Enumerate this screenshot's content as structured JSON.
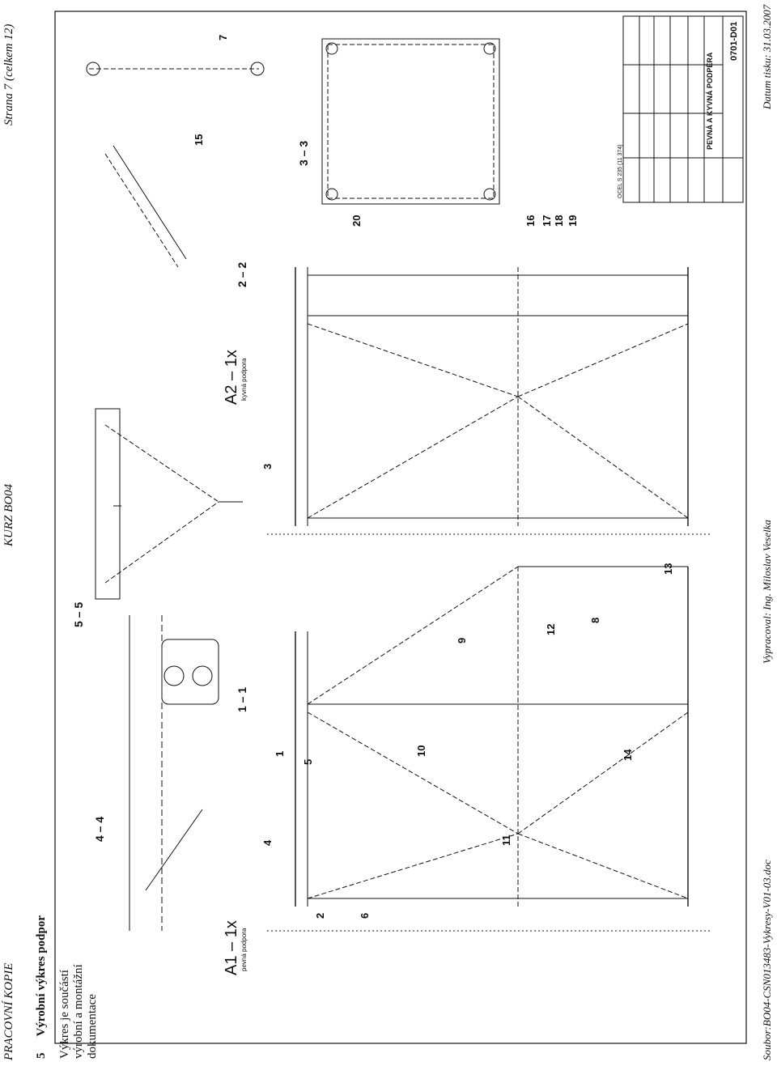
{
  "header": {
    "left": "PRACOVNÍ KOPIE",
    "center": "KURZ BO04",
    "right": "Strana 7 (celkem 12)"
  },
  "footer": {
    "left": "Soubor:BO04-CSN013483-Vykresy-V01-03.doc",
    "center": "Vypracoval: Ing. Miloslav Veselka",
    "right": "Datum tisku: 31.03.2007"
  },
  "section": {
    "number": "5",
    "title": "Výrobní výkres podpor"
  },
  "note": "Výkres je součástí výrobní a montážní dokumentace",
  "drawing": {
    "view_a1": "A1 – 1x",
    "view_a2": "A2 – 1x",
    "sub_a1": "pevná podpora",
    "sub_a2": "kyvná podpora",
    "sections": [
      "4 – 4",
      "5 – 5",
      "1 – 1",
      "2 – 2",
      "3 – 3"
    ],
    "positions": [
      "1",
      "2",
      "3",
      "4",
      "5",
      "6",
      "7",
      "8",
      "9",
      "10",
      "11",
      "12",
      "13",
      "14",
      "15",
      "16",
      "17",
      "18",
      "19",
      "20"
    ],
    "title_block": {
      "drawing_title": "PEVNÁ A KYVNÁ PODPĚRA",
      "drawing_number": "0701-D01",
      "material": "OCEL S 235 (11 374)"
    }
  }
}
